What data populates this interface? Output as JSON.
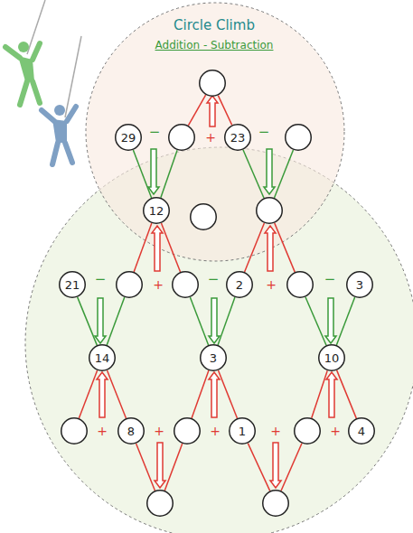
{
  "diagram": {
    "title": "Circle Climb",
    "nodes": [
      {
        "text": []
      },
      {
        "text": [
          "29"
        ]
      },
      {
        "text": []
      },
      {
        "text": [
          "23"
        ]
      },
      {
        "text": []
      },
      {
        "text": [
          "12"
        ]
      },
      {
        "text": []
      },
      {
        "text": []
      },
      {
        "text": [
          "21"
        ]
      },
      {
        "text": []
      },
      {
        "text": []
      },
      {
        "text": [
          "2"
        ]
      },
      {
        "text": []
      },
      {
        "text": [
          "3"
        ]
      },
      {
        "text": [
          "14"
        ]
      },
      {
        "text": [
          "3"
        ]
      },
      {
        "text": [
          "10"
        ]
      },
      {
        "text": []
      },
      {
        "text": [
          "8"
        ]
      },
      {
        "text": []
      },
      {
        "text": [
          "1"
        ]
      },
      {
        "text": []
      },
      {
        "text": [
          "4"
        ]
      },
      {
        "text": []
      },
      {
        "text": []
      }
    ],
    "edges": [
      {
        "from": 2,
        "to": 0,
        "arrow": "none"
      },
      {
        "from": 3,
        "to": 0,
        "arrow": "none"
      },
      {
        "from": 1,
        "to": 5,
        "arrow": "none"
      },
      {
        "from": 2,
        "to": 5,
        "arrow": "none"
      },
      {
        "from": 3,
        "to": 7,
        "arrow": "none"
      },
      {
        "from": 4,
        "to": 7,
        "arrow": "none"
      },
      {
        "from": 9,
        "to": 5,
        "arrow": "none"
      },
      {
        "from": 10,
        "to": 5,
        "arrow": "none"
      },
      {
        "from": 11,
        "to": 7,
        "arrow": "none"
      },
      {
        "from": 12,
        "to": 7,
        "arrow": "none"
      },
      {
        "from": 8,
        "to": 14,
        "arrow": "none"
      },
      {
        "from": 9,
        "to": 14,
        "arrow": "none"
      },
      {
        "from": 10,
        "to": 15,
        "arrow": "none"
      },
      {
        "from": 11,
        "to": 15,
        "arrow": "none"
      },
      {
        "from": 12,
        "to": 16,
        "arrow": "none"
      },
      {
        "from": 13,
        "to": 16,
        "arrow": "none"
      },
      {
        "from": 17,
        "to": 14,
        "arrow": "none"
      },
      {
        "from": 18,
        "to": 14,
        "arrow": "none"
      },
      {
        "from": 19,
        "to": 15,
        "arrow": "none"
      },
      {
        "from": 20,
        "to": 15,
        "arrow": "none"
      },
      {
        "from": 21,
        "to": 16,
        "arrow": "none"
      },
      {
        "from": 22,
        "to": 16,
        "arrow": "none"
      },
      {
        "from": 18,
        "to": 23,
        "arrow": "none"
      },
      {
        "from": 19,
        "to": 23,
        "arrow": "none"
      },
      {
        "from": 20,
        "to": 24,
        "arrow": "none"
      },
      {
        "from": 21,
        "to": 24,
        "arrow": "none"
      }
    ],
    "labels": [
      "Addition - Subtraction",
      "−",
      "+",
      "−",
      "−",
      "+",
      "−",
      "+",
      "−",
      "+",
      "+",
      "+",
      "+",
      "+"
    ]
  }
}
